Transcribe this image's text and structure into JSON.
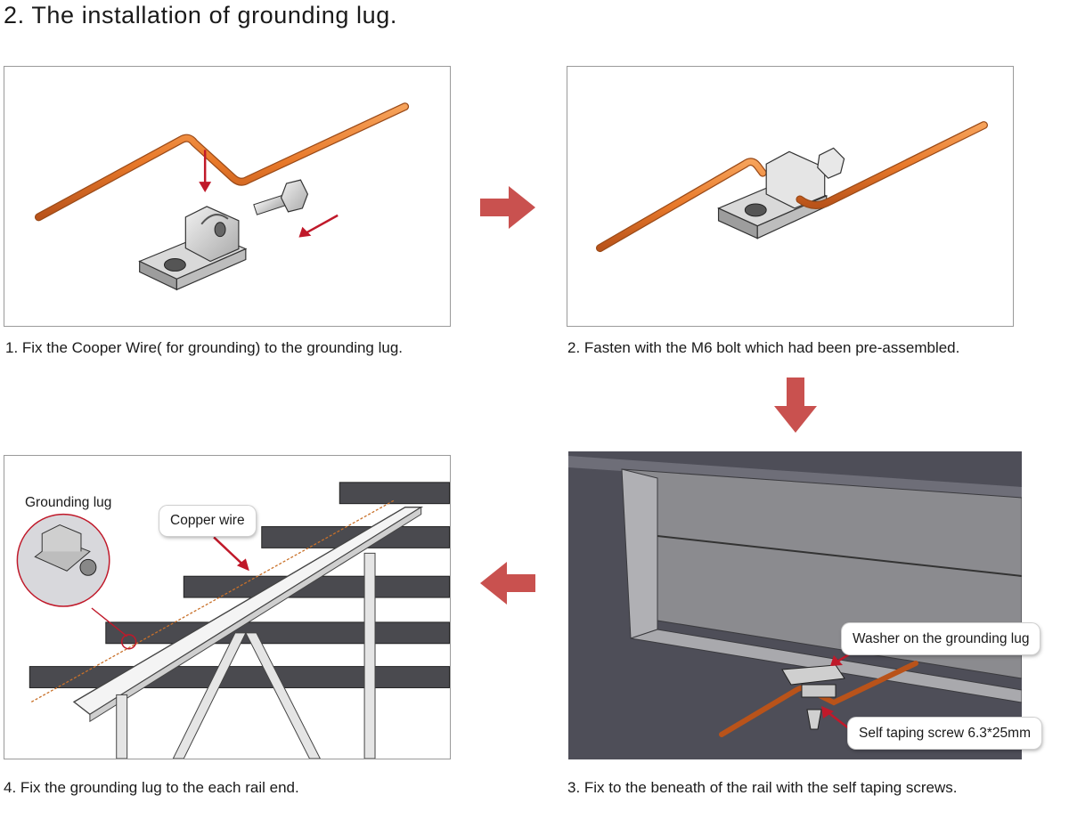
{
  "heading": "2. The installation of grounding lug.",
  "steps": [
    {
      "caption": "1. Fix the Cooper Wire( for grounding) to the grounding lug."
    },
    {
      "caption": "2. Fasten with the M6 bolt which had been pre-assembled."
    },
    {
      "caption": "3. Fix to the beneath of the rail with the self taping screws."
    },
    {
      "caption": "4. Fix the grounding lug to the each rail end."
    }
  ],
  "callouts": {
    "washer": "Washer on the grounding lug",
    "screw": "Self taping screw 6.3*25mm",
    "copper": "Copper wire",
    "lug": "Grounding lug"
  },
  "colors": {
    "copper": "#e8792a",
    "flow_arrow": "#c9514f",
    "pointer_arrow": "#c0192a",
    "rail_dark": "#4a4a4f",
    "scene_bg": "#4e4e58"
  }
}
